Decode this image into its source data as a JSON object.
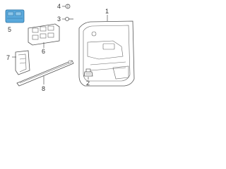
{
  "callouts": {
    "part_1": "1",
    "part_2": "2",
    "part_3": "3",
    "part_4": "4",
    "part_5": "5",
    "part_6": "6",
    "part_7": "7",
    "part_8": "8"
  },
  "colors": {
    "highlight_fill": "#5aa9dc",
    "highlight_stroke": "#2a6f9e",
    "line": "#555555"
  }
}
